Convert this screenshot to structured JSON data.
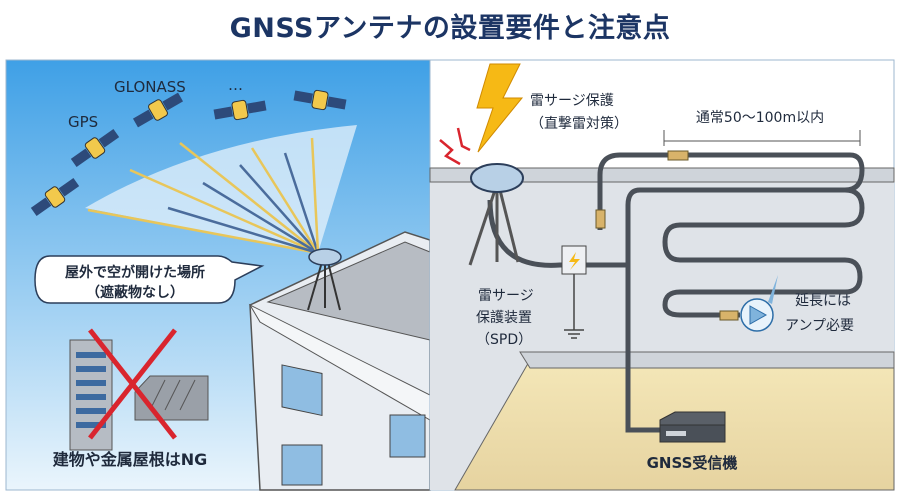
{
  "title": "GNSSアンテナの設置要件と注意点",
  "left_panel": {
    "satellite_labels": [
      "GPS",
      "GLONASS",
      "…"
    ],
    "bubble_line1": "屋外で空が開けた場所",
    "bubble_line2": "（遮蔽物なし）",
    "ng_label": "建物や金属屋根はNG"
  },
  "right_panel": {
    "lightning_line1": "雷サージ保護",
    "lightning_line2": "（直撃雷対策）",
    "length_label": "通常50〜100m以内",
    "spd_line1": "雷サージ",
    "spd_line2": "保護装置",
    "spd_line3": "（SPD）",
    "amp_line1": "延長には",
    "amp_line2": "アンプ必要",
    "receiver_label": "GNSS受信機"
  },
  "colors": {
    "title": "#1c3564",
    "sky_top": "#3fa0e6",
    "sky_bottom": "#e8f4fc",
    "cross": "#d9252e",
    "cable": "#4a5058",
    "lightning": "#f6b915"
  }
}
